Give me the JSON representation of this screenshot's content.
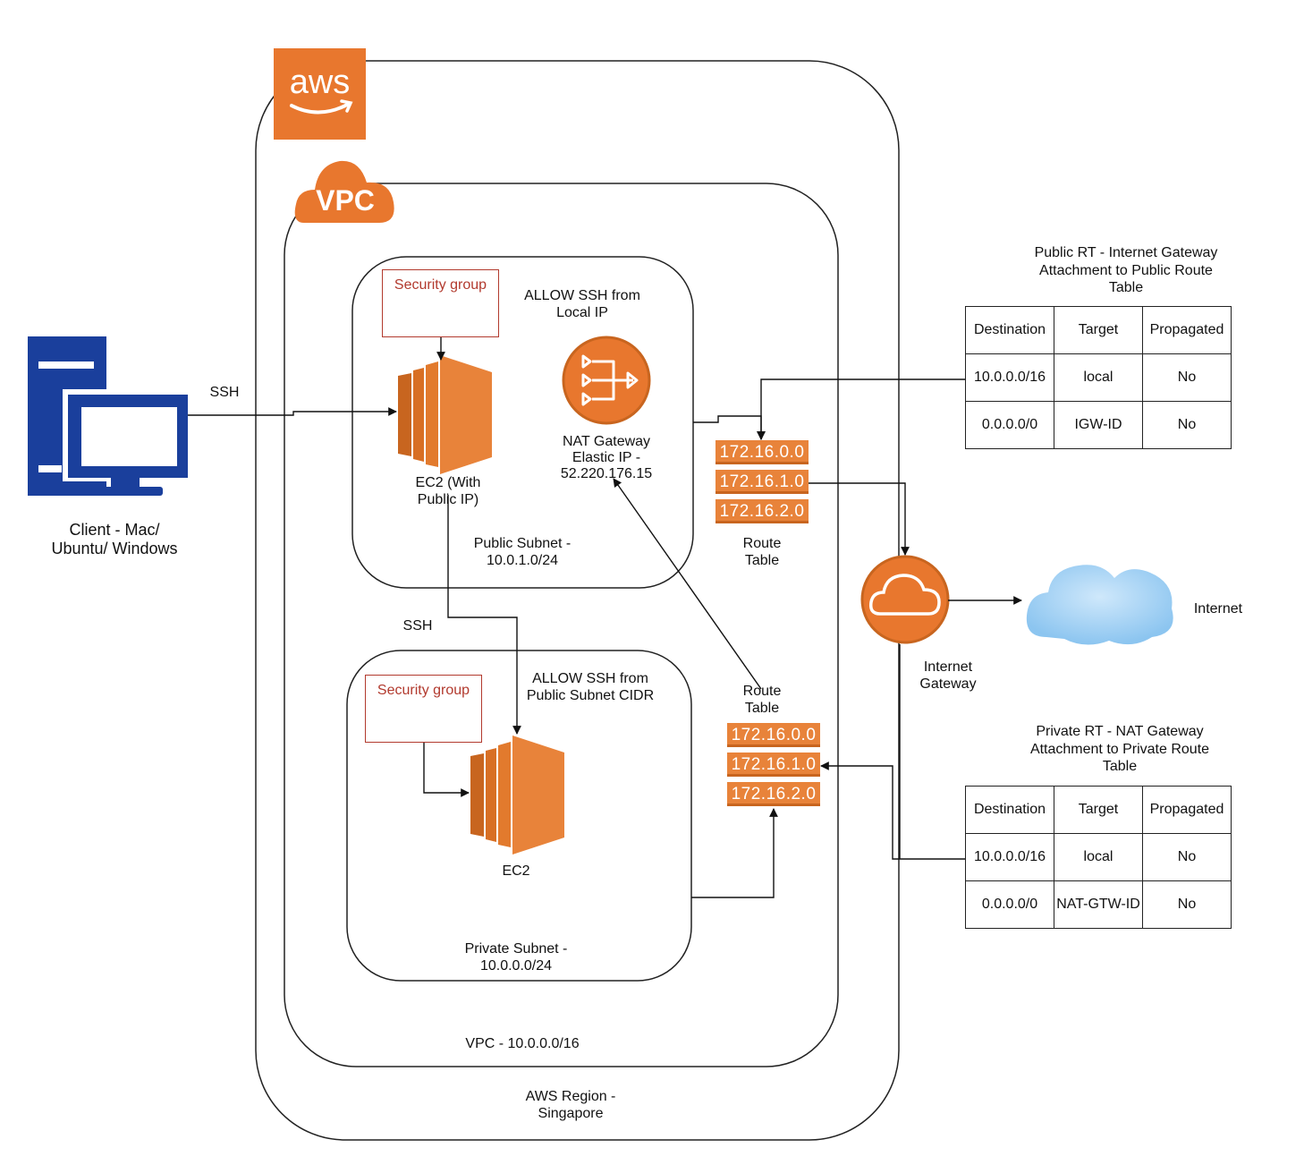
{
  "client": {
    "label_line1": "Client - Mac/",
    "label_line2": "Ubuntu/ Windows"
  },
  "ssh_label_client": "SSH",
  "ssh_label_internal": "SSH",
  "aws_logo_text": "aws",
  "vpc_logo_text": "VPC",
  "public_subnet": {
    "security_group": "Security group",
    "allow_rule_line1": "ALLOW SSH from",
    "allow_rule_line2": "Local IP",
    "ec2_line1": "EC2 (With",
    "ec2_line2": "Public IP)",
    "nat_line1": "NAT Gateway",
    "nat_line2": "Elastic IP -",
    "nat_line3": "52.220.176.15",
    "subnet_line1": "Public Subnet -",
    "subnet_line2": "10.0.1.0/24"
  },
  "private_subnet": {
    "security_group": "Security group",
    "allow_rule_line1": "ALLOW SSH from",
    "allow_rule_line2": "Public Subnet CIDR",
    "ec2_label": "EC2",
    "subnet_line1": "Private Subnet -",
    "subnet_line2": "10.0.0.0/24"
  },
  "vpc_label": "VPC - 10.0.0.0/16",
  "region_line1": "AWS Region -",
  "region_line2": "Singapore",
  "public_route_table": {
    "label_line1": "Route",
    "label_line2": "Table",
    "entries": [
      "172.16.0.0",
      "172.16.1.0",
      "172.16.2.0"
    ]
  },
  "private_route_table": {
    "label_line1": "Route",
    "label_line2": "Table",
    "entries": [
      "172.16.0.0",
      "172.16.1.0",
      "172.16.2.0"
    ]
  },
  "internet_gateway": {
    "label_line1": "Internet",
    "label_line2": "Gateway"
  },
  "internet_label": "Internet",
  "public_rt_table": {
    "title_line1": "Public RT - Internet Gateway",
    "title_line2": "Attachment to Public Route",
    "title_line3": "Table",
    "headers": [
      "Destination",
      "Target",
      "Propagated"
    ],
    "rows": [
      [
        "10.0.0.0/16",
        "local",
        "No"
      ],
      [
        "0.0.0.0/0",
        "IGW-ID",
        "No"
      ]
    ]
  },
  "private_rt_table": {
    "title_line1": "Private RT - NAT Gateway",
    "title_line2": "Attachment to Private Route",
    "title_line3": "Table",
    "headers": [
      "Destination",
      "Target",
      "Propagated"
    ],
    "rows": [
      [
        "10.0.0.0/16",
        "local",
        "No"
      ],
      [
        "0.0.0.0/0",
        "NAT-GTW-ID",
        "No"
      ]
    ]
  },
  "colors": {
    "aws_orange": "#e8772e",
    "client_blue": "#1a3f9c",
    "cloud_blue": "#9fd0f3",
    "sg_red": "#b23a2e"
  }
}
